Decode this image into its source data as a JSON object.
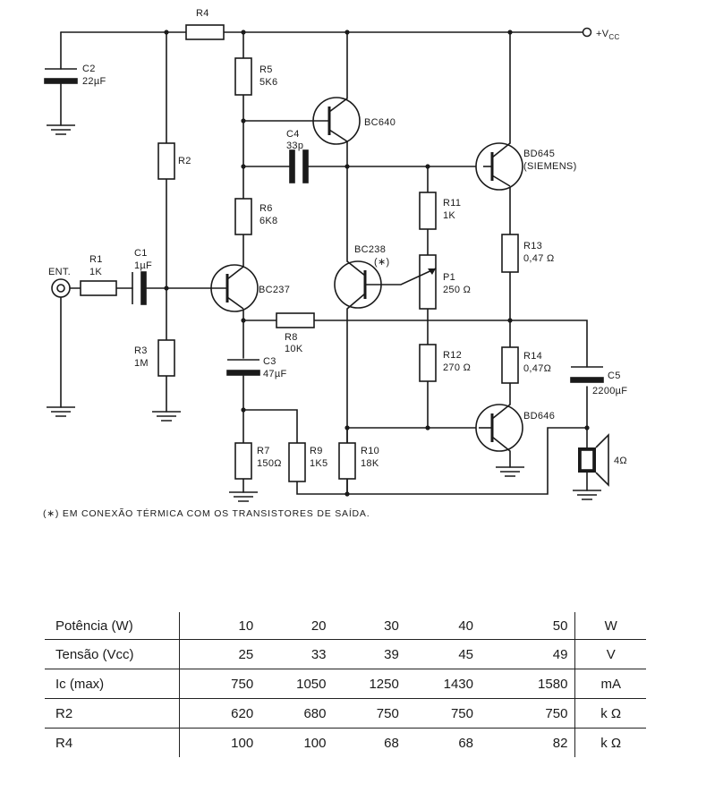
{
  "schematic": {
    "supply": "+V",
    "supply_sub": "CC",
    "input": "ENT.",
    "note": "(∗) EM CONEXÃO TÉRMICA COM OS TRANSISTORES DE SAÍDA.",
    "components": {
      "r1": {
        "name": "R1",
        "value": "1K"
      },
      "c1": {
        "name": "C1",
        "value": "1µF"
      },
      "r2": {
        "name": "R2"
      },
      "r3": {
        "name": "R3",
        "value": "1M"
      },
      "r4": {
        "name": "R4"
      },
      "c2": {
        "name": "C2",
        "value": "22µF"
      },
      "r5": {
        "name": "R5",
        "value": "5K6"
      },
      "r6": {
        "name": "R6",
        "value": "6K8"
      },
      "q1": {
        "name": "BC237"
      },
      "q2": {
        "name": "BC640"
      },
      "c4": {
        "name": "C4",
        "value": "33p"
      },
      "c3": {
        "name": "C3",
        "value": "47µF"
      },
      "r7": {
        "name": "R7",
        "value": "150Ω"
      },
      "r8": {
        "name": "R8",
        "value": "10K"
      },
      "r9": {
        "name": "R9",
        "value": "1K5"
      },
      "r10": {
        "name": "R10",
        "value": "18K"
      },
      "q3": {
        "name": "BC238",
        "mark": "(∗)"
      },
      "r11": {
        "name": "R11",
        "value": "1K"
      },
      "p1": {
        "name": "P1",
        "value": "250 Ω"
      },
      "r12": {
        "name": "R12",
        "value": "270 Ω"
      },
      "q4": {
        "name": "BD645",
        "maker": "(SIEMENS)"
      },
      "r13": {
        "name": "R13",
        "value": "0,47 Ω"
      },
      "r14": {
        "name": "R14",
        "value": "0,47Ω"
      },
      "q5": {
        "name": "BD646"
      },
      "c5": {
        "name": "C5",
        "value": "2200µF"
      },
      "spk": {
        "value": "4Ω"
      }
    }
  },
  "table": {
    "rows": [
      {
        "label": "Potência (W)",
        "values": [
          "10",
          "20",
          "30",
          "40",
          "50"
        ],
        "unit": "W"
      },
      {
        "label": "Tensão (Vcc)",
        "values": [
          "25",
          "33",
          "39",
          "45",
          "49"
        ],
        "unit": "V"
      },
      {
        "label": "Ic (max)",
        "values": [
          "750",
          "1050",
          "1250",
          "1430",
          "1580"
        ],
        "unit": "mA"
      },
      {
        "label": "R2",
        "values": [
          "620",
          "680",
          "750",
          "750",
          "750"
        ],
        "unit": "k Ω"
      },
      {
        "label": "R4",
        "values": [
          "100",
          "100",
          "68",
          "68",
          "82"
        ],
        "unit": "k Ω"
      }
    ]
  }
}
